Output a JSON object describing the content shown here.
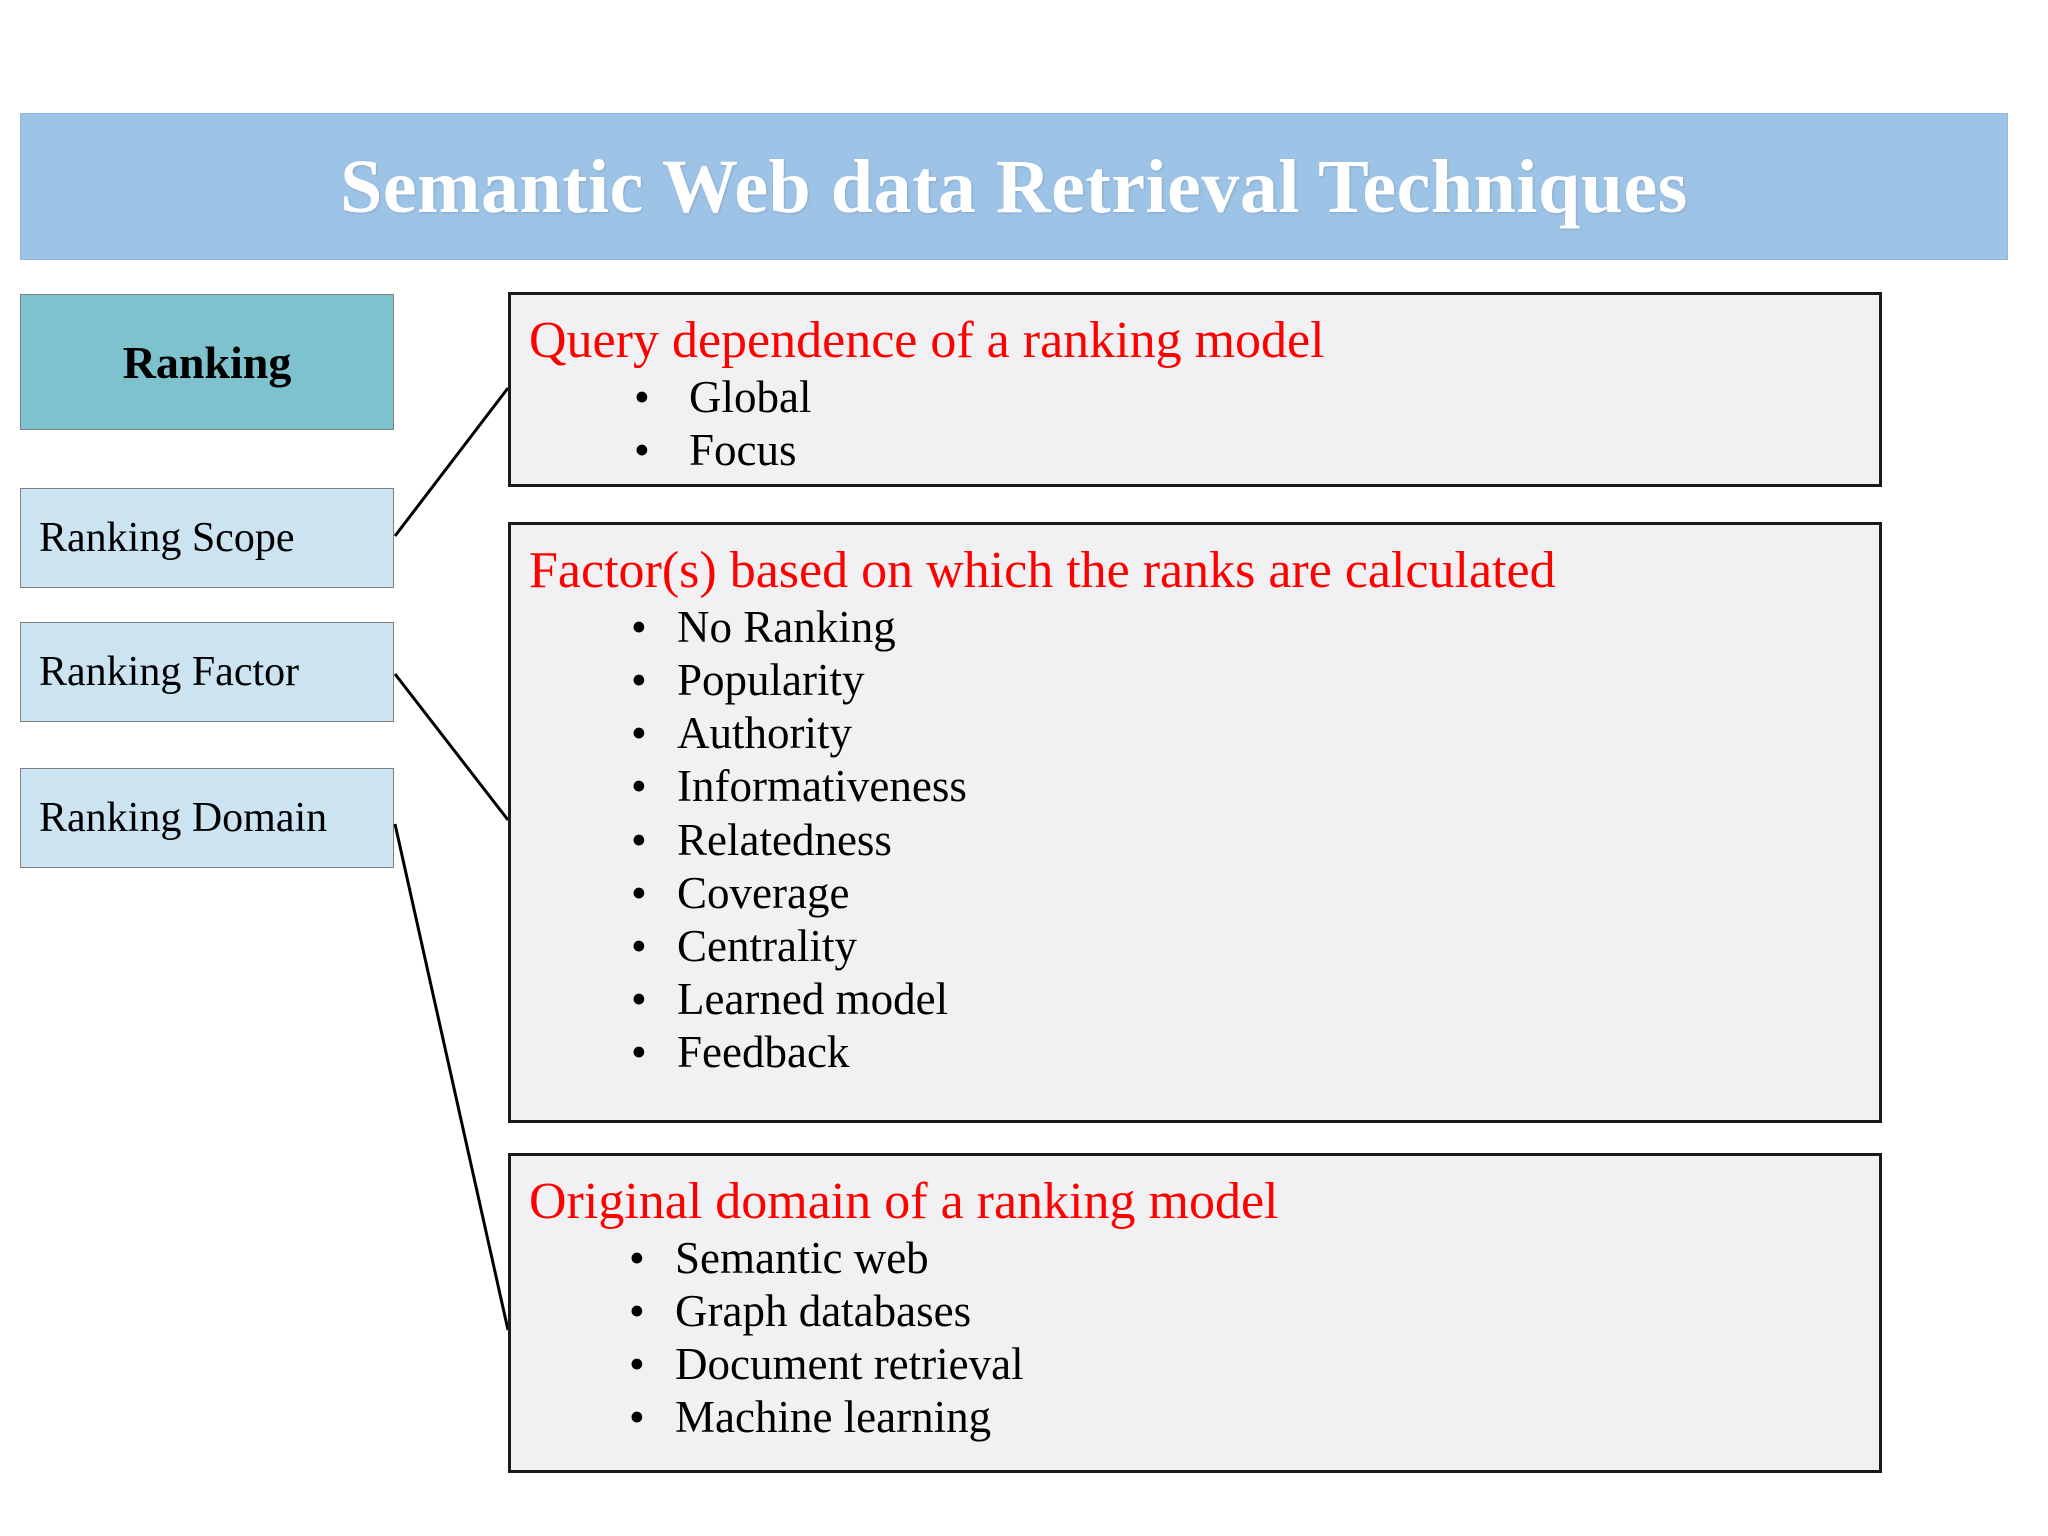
{
  "slide": {
    "title": "Semantic Web data Retrieval Techniques",
    "colors": {
      "title_bar": "#9DC3E6",
      "title_text": "#FFFFFF",
      "category_head": "#7DC2CC",
      "category_sub": "#CCE4F2",
      "panel_background": "#F1F1F3",
      "panel_border": "#1A1A1A",
      "heading_red": "#FF0000",
      "body_text": "#000000"
    }
  },
  "categories": [
    {
      "id": "ranking",
      "label": "Ranking",
      "style": "head"
    },
    {
      "id": "ranking-scope",
      "label": "Ranking Scope",
      "style": "sub"
    },
    {
      "id": "ranking-factor",
      "label": "Ranking Factor",
      "style": "sub"
    },
    {
      "id": "ranking-domain",
      "label": "Ranking Domain",
      "style": "sub"
    }
  ],
  "panels": [
    {
      "id": "scope",
      "heading": "Query dependence of a ranking model",
      "items": [
        "Global",
        "Focus"
      ]
    },
    {
      "id": "factor",
      "heading": "Factor(s) based on which the ranks are calculated",
      "items": [
        "No Ranking",
        "Popularity",
        "Authority",
        "Informativeness",
        "Relatedness",
        "Coverage",
        "Centrality",
        "Learned model",
        "Feedback"
      ]
    },
    {
      "id": "domain",
      "heading": "Original domain of a ranking model",
      "items": [
        "Semantic web",
        "Graph databases",
        "Document retrieval",
        "Machine learning"
      ]
    }
  ],
  "bullet_glyph": "•",
  "connectors": [
    {
      "from": "ranking-scope",
      "to": "scope"
    },
    {
      "from": "ranking-factor",
      "to": "factor"
    },
    {
      "from": "ranking-domain",
      "to": "domain"
    }
  ]
}
